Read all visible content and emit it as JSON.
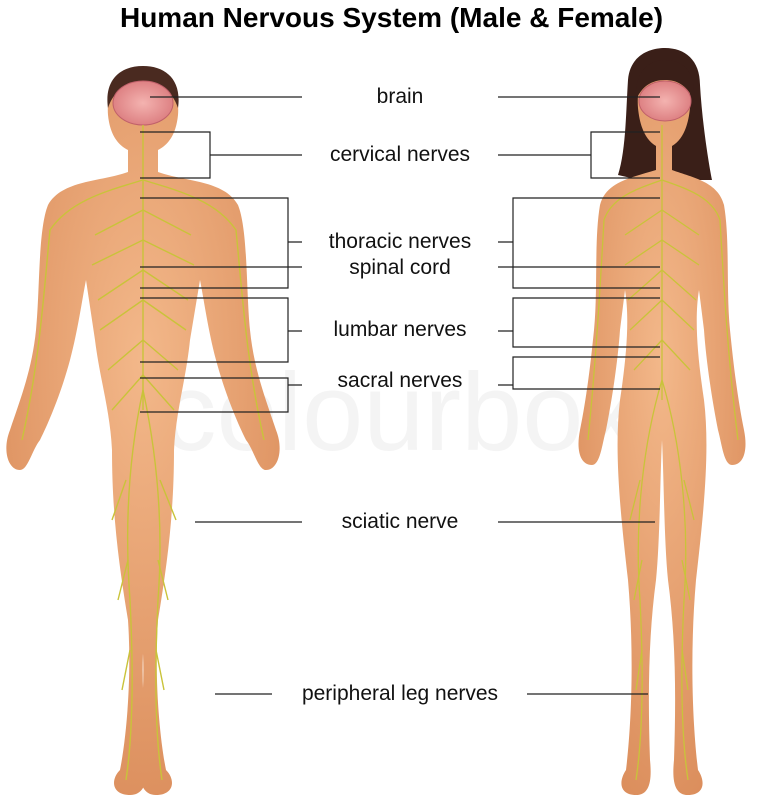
{
  "title": "Human Nervous System (Male & Female)",
  "labels": {
    "brain": "brain",
    "cervical": "cervical nerves",
    "thoracic": "thoracic nerves",
    "spinal": "spinal cord",
    "lumbar": "lumbar nerves",
    "sacral": "sacral nerves",
    "sciatic": "sciatic nerve",
    "peripheral": "peripheral leg nerves"
  },
  "figures": [
    "male",
    "female"
  ],
  "colors": {
    "skin": "#eba774",
    "nerve": "#c9c33a",
    "brain": "#e89a9a",
    "hair_male": "#4a2a20",
    "hair_female": "#3a1f18",
    "line": "#222222"
  },
  "watermark": "colourbox"
}
